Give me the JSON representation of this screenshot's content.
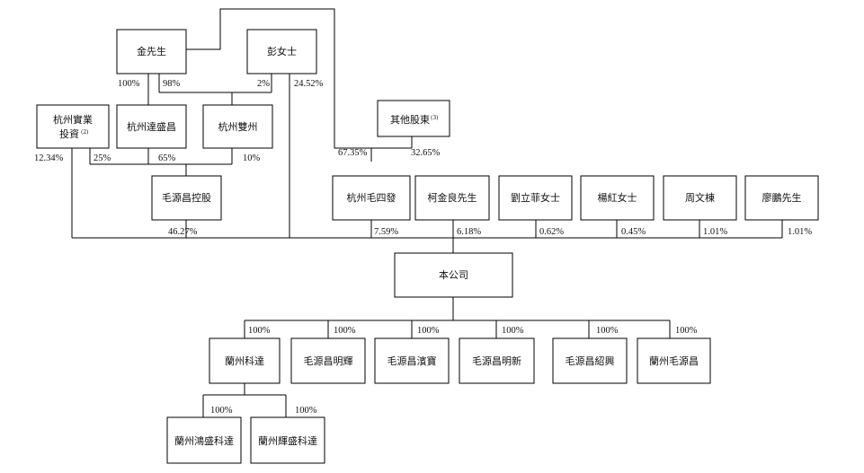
{
  "entities": {
    "kim": "金先生",
    "peng": "彭女士",
    "hz_shiye": "杭州實業投資",
    "hz_shiye_line1": "杭州實業",
    "hz_shiye_line2": "投資",
    "hz_shiye_note": "(2)",
    "hz_dasheng": "杭州達盛昌",
    "hz_shuangzhou": "杭州雙州",
    "others": "其他股東",
    "others_note": "(3)",
    "mao_holding": "毛源昌控股",
    "hz_maosifa": "杭州毛四發",
    "ke": "柯金良先生",
    "liu": "劉立菲女士",
    "yang": "楊紅女士",
    "zhou": "周文棟",
    "liao": "廖鵬先生",
    "company": "本公司",
    "lz_keda": "蘭州科達",
    "mao_mingyao": "毛源昌明輝",
    "mao_binbao": "毛源昌濱寶",
    "mao_mingxin": "毛源昌明新",
    "mao_shaoxing": "毛源昌紹興",
    "lz_mao": "蘭州毛源昌",
    "lz_hongsheng": "蘭州鴻盛科達",
    "lz_huisheng": "蘭州輝盛科達"
  },
  "percentages": {
    "kim_dasheng": "100%",
    "kim_shuangzhou": "98%",
    "peng_shuangzhou": "2%",
    "peng_company": "24.52%",
    "shiye_company": "12.34%",
    "shiye_holding": "25%",
    "dasheng_holding": "65%",
    "shuangzhou_holding": "10%",
    "kim_maosifa": "67.35%",
    "others_maosifa": "32.65%",
    "holding_company": "46.27%",
    "maosifa_company": "7.59%",
    "ke_company": "6.18%",
    "liu_company": "0.62%",
    "yang_company": "0.45%",
    "zhou_company": "1.01%",
    "liao_company": "1.01%",
    "company_keda": "100%",
    "company_mingyao": "100%",
    "company_binbao": "100%",
    "company_mingxin": "100%",
    "company_shaoxing": "100%",
    "company_lzmao": "100%",
    "keda_hongsheng": "100%",
    "keda_huisheng": "100%"
  }
}
